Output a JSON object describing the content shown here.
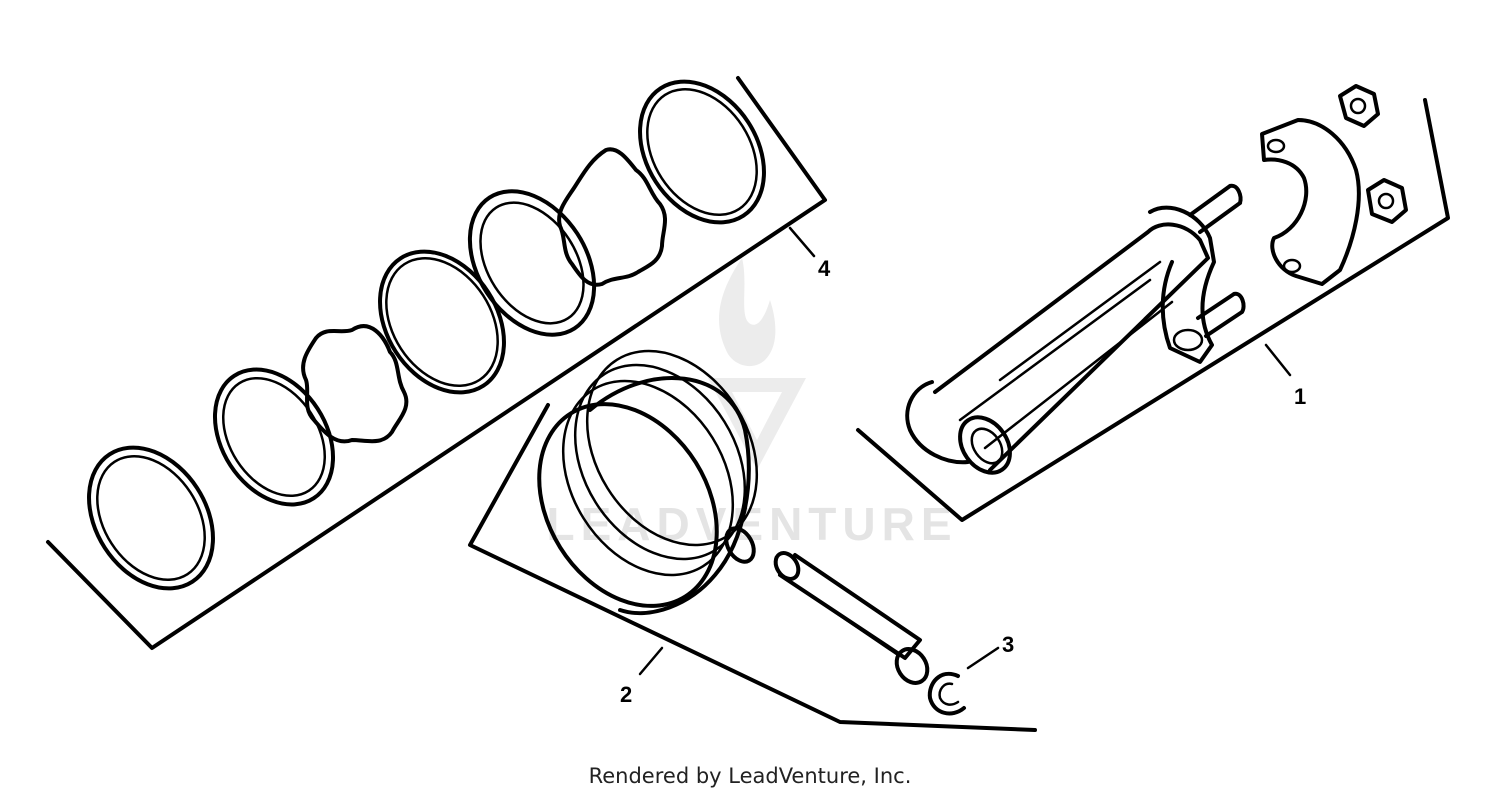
{
  "callouts": {
    "c1": "1",
    "c2": "2",
    "c3": "3",
    "c4": "4"
  },
  "watermark": {
    "text": "LEADVENTURE"
  },
  "footer": {
    "text": "Rendered by LeadVenture, Inc."
  }
}
